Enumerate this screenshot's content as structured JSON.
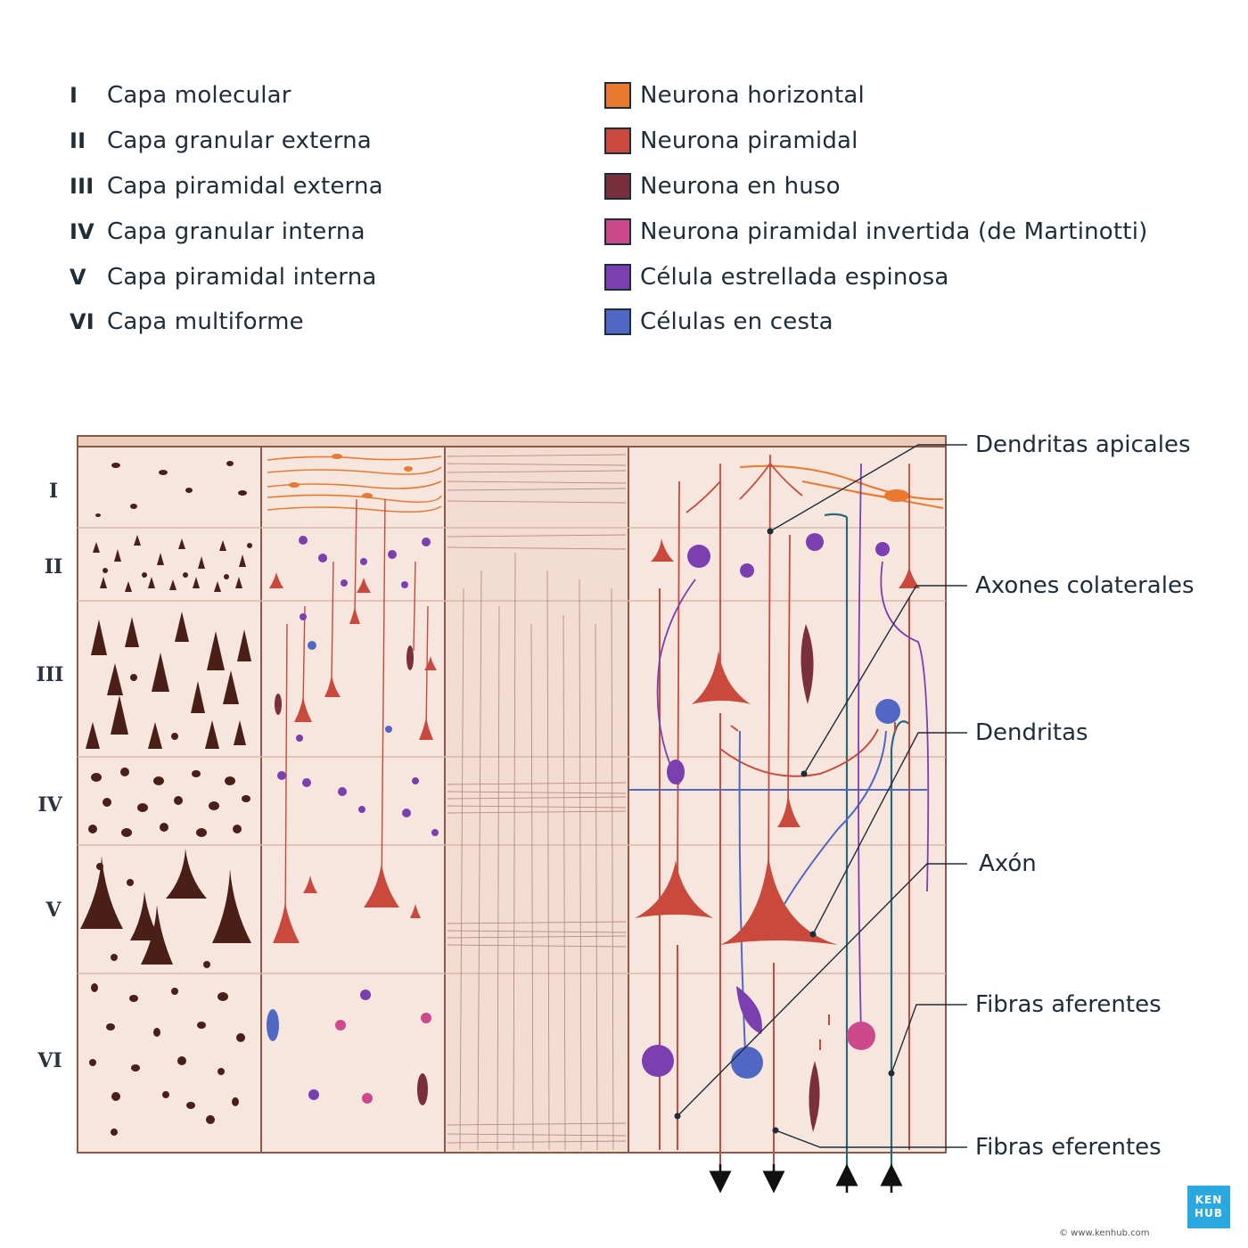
{
  "layers": [
    {
      "numeral": "I",
      "name": "Capa molecular"
    },
    {
      "numeral": "II",
      "name": "Capa granular externa"
    },
    {
      "numeral": "III",
      "name": "Capa piramidal externa"
    },
    {
      "numeral": "IV",
      "name": "Capa granular interna"
    },
    {
      "numeral": "V",
      "name": "Capa piramidal interna"
    },
    {
      "numeral": "VI",
      "name": "Capa multiforme"
    }
  ],
  "cell_types": [
    {
      "name": "Neurona horizontal",
      "color": "#e8792e"
    },
    {
      "name": "Neurona piramidal",
      "color": "#c94a3c"
    },
    {
      "name": "Neurona en huso",
      "color": "#7a2f3d"
    },
    {
      "name": "Neurona piramidal invertida (de Martinotti)",
      "color": "#cc4a8c"
    },
    {
      "name": "Célula estrellada espinosa",
      "color": "#7b3fb0"
    },
    {
      "name": "Células en cesta",
      "color": "#5068c4"
    }
  ],
  "callouts": {
    "apical_dendrites": "Dendritas apicales",
    "collateral_axons": "Axones colaterales",
    "dendrites": "Dendritas",
    "axon": "Axón",
    "afferent_fibers": "Fibras aferentes",
    "efferent_fibers": "Fibras eferentes"
  },
  "logo": {
    "line1": "KEN",
    "line2": "HUB"
  },
  "credit": "© www.kenhub.com",
  "colors": {
    "panel_bg": "#f6e6de",
    "border": "#8a5a47",
    "soma_dark": "#4a1f18",
    "fiber": "#2a6a78"
  }
}
